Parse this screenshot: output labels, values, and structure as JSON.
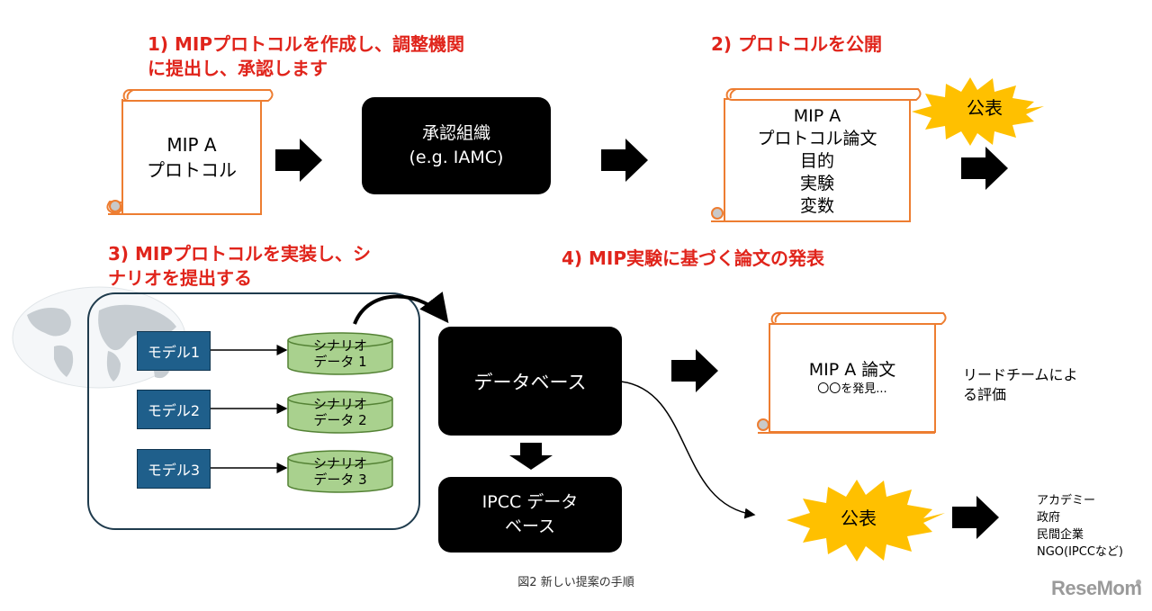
{
  "steps": {
    "step1_line1": "1) MIPプロトコルを作成し、調整機関",
    "step1_line2": "に提出し、承認します",
    "step2": "2) プロトコルを公開",
    "step3_line1": "3) MIPプロトコルを実装し、シ",
    "step3_line2": "ナリオを提出する",
    "step4": "4) MIP実験に基づく論文の発表"
  },
  "scroll1": {
    "line1": "MIP A",
    "line2": "プロトコル"
  },
  "approval": {
    "line1": "承認組織",
    "line2": "(e.g. IAMC)"
  },
  "scroll2": {
    "lines": [
      "MIP A",
      "プロトコル論文",
      "目的",
      "実験",
      "変数"
    ]
  },
  "burst_top": {
    "label": "公表",
    "color": "#ffc000"
  },
  "models": [
    {
      "label": "モデル1",
      "cyl_line1": "シナリオ",
      "cyl_line2": "データ 1"
    },
    {
      "label": "モデル2",
      "cyl_line1": "シナリオ",
      "cyl_line2": "データ 2"
    },
    {
      "label": "モデル3",
      "cyl_line1": "シナリオ",
      "cyl_line2": "データ 3"
    }
  ],
  "database": {
    "label": "データベース"
  },
  "ipcc_db": {
    "line1": "IPCC データ",
    "line2": "ベース"
  },
  "scroll3": {
    "line1": "MIP A 論文",
    "line2": "〇〇を発見..."
  },
  "lead_team": {
    "line1": "リードチームによ",
    "line2": "る評価"
  },
  "burst_bottom": {
    "label": "公表",
    "color": "#ffc000"
  },
  "audience": {
    "items": [
      "アカデミー",
      "政府",
      "民間企業",
      "NGO(IPCCなど)"
    ]
  },
  "caption": "図2 新しい提案の手順",
  "logo": {
    "text": "ReseMom",
    "color": "#9a9a9a"
  },
  "colors": {
    "step_text": "#e0241b",
    "scroll_outline": "#ed7d31",
    "model_fill": "#1f5f8b",
    "cylinder_fill": "#a9d18e",
    "cylinder_stroke": "#548235"
  }
}
